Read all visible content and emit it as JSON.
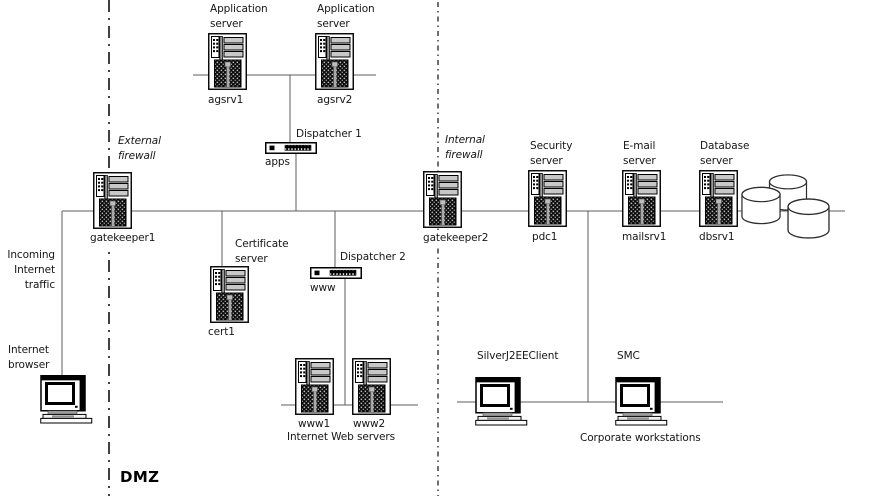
{
  "palette": {
    "wire": "#5c5c5c",
    "firewall_dash": "#3f3f3f",
    "server_bay": "#c8c8c8",
    "grille": "#0a0a0a",
    "text": "#161616"
  },
  "nodes": {
    "agsrv1": {
      "title": "Application server",
      "name": "agsrv1"
    },
    "agsrv2": {
      "title": "Application server",
      "name": "agsrv2"
    },
    "gatekeeper1": {
      "name": "gatekeeper1"
    },
    "gatekeeper2": {
      "name": "gatekeeper2"
    },
    "cert1": {
      "title": "Certificate server",
      "name": "cert1"
    },
    "pdc1": {
      "title": "Security server",
      "name": "pdc1"
    },
    "mailsrv1": {
      "title": "E-mail server",
      "name": "mailsrv1"
    },
    "dbsrv1": {
      "title": "Database server",
      "name": "dbsrv1"
    },
    "www1": {
      "name": "www1"
    },
    "www2": {
      "name": "www2"
    },
    "dispatcher1": {
      "title": "Dispatcher 1",
      "name": "apps"
    },
    "dispatcher2": {
      "title": "Dispatcher 2",
      "name": "www"
    },
    "internet_browser": {
      "title": "Internet browser"
    },
    "silver_client": {
      "title": "SilverJ2EEClient"
    },
    "smc": {
      "title": "SMC"
    }
  },
  "annotations": {
    "external_firewall": "External firewall",
    "internal_firewall": "Internal firewall",
    "incoming_traffic": "Incoming Internet traffic",
    "web_servers_caption": "Internet Web servers",
    "corporate_caption": "Corporate workstations",
    "dmz": "DMZ"
  }
}
